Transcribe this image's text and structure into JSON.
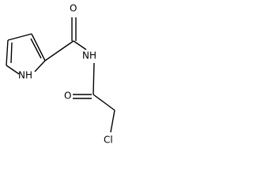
{
  "molecule": {
    "atoms": {
      "carbonyl_o_top": "O",
      "amide_nh": "NH",
      "pyrrole_nh": "NH",
      "carbonyl_o_bottom": "O",
      "chlorine": "Cl"
    }
  }
}
